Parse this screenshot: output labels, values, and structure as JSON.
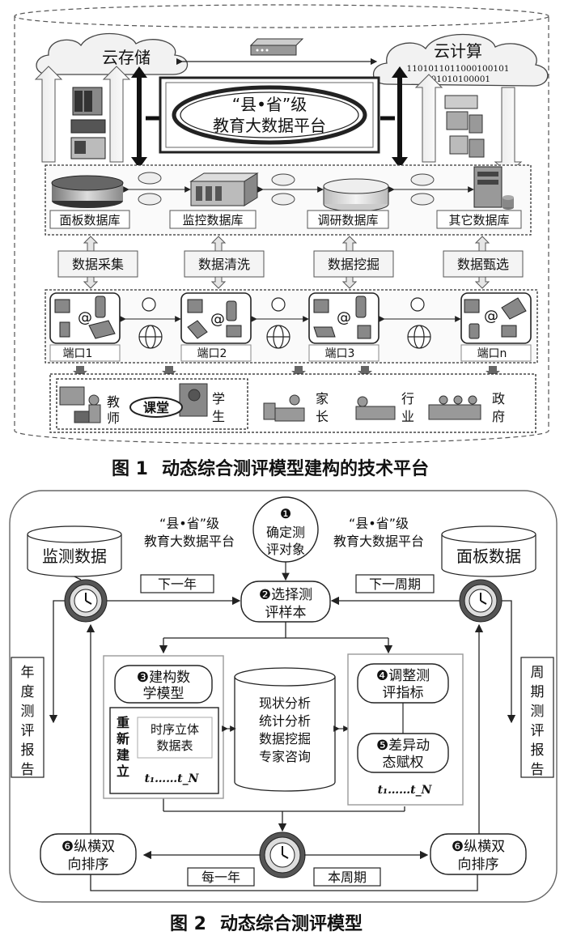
{
  "figure1": {
    "cloud_storage": "云存储",
    "cloud_compute": "云计算",
    "binary_line1": "1101011011000100101",
    "binary_line2": "101010100001",
    "platform_line1": "“县•省”级",
    "platform_line2": "教育大数据平台",
    "databases": [
      "面板数据库",
      "监控数据库",
      "调研数据库",
      "其它数据库"
    ],
    "processes": [
      "数据采集",
      "数据清洗",
      "数据挖掘",
      "数据甄选"
    ],
    "ports": [
      "端口1",
      "端口2",
      "端口3",
      "端口n"
    ],
    "at_sign": "@",
    "users": {
      "teacher": [
        "教",
        "师"
      ],
      "classroom": "课堂",
      "student": [
        "学",
        "生"
      ],
      "parent": [
        "家",
        "长"
      ],
      "industry": [
        "行",
        "业"
      ],
      "government": [
        "政",
        "府"
      ]
    },
    "caption_number": "图 1",
    "caption_text": "动态综合测评模型建构的技术平台"
  },
  "figure2": {
    "platform_left": [
      "“县•省”级",
      "教育大数据平台"
    ],
    "platform_right": [
      "“县•省”级",
      "教育大数据平台"
    ],
    "step1": {
      "num": "❶",
      "lines": [
        "确定测",
        "评对象"
      ]
    },
    "step2": {
      "num": "❷",
      "lines": [
        "选择测",
        "评样本"
      ]
    },
    "step3": {
      "num": "❸",
      "lines": [
        "建构数",
        "学模型"
      ]
    },
    "step4": {
      "num": "❹",
      "lines": [
        "调整测",
        "评指标"
      ]
    },
    "step5": {
      "num": "❺",
      "lines": [
        "差异动",
        "态赋权"
      ]
    },
    "step6_left": {
      "num": "❻",
      "lines": [
        "纵横双",
        "向排序"
      ]
    },
    "step6_right": {
      "num": "❻",
      "lines": [
        "纵横双",
        "向排序"
      ]
    },
    "monitor_data": "监测数据",
    "panel_data": "面板数据",
    "next_year": "下一年",
    "next_period": "下一周期",
    "each_year": "每一年",
    "this_period": "本周期",
    "annual_report": [
      "年",
      "度",
      "测",
      "评",
      "报",
      "告"
    ],
    "period_report": [
      "周",
      "期",
      "测",
      "评",
      "报",
      "告"
    ],
    "rebuild": [
      "重",
      "新",
      "建",
      "立"
    ],
    "tensor_table": [
      "时序立体",
      "数据表"
    ],
    "time_seq": "t₁……t_N",
    "analysis": [
      "现状分析",
      "统计分析",
      "数据挖掘",
      "专家咨询"
    ],
    "caption_number": "图 2",
    "caption_text": "动态综合测评模型"
  }
}
